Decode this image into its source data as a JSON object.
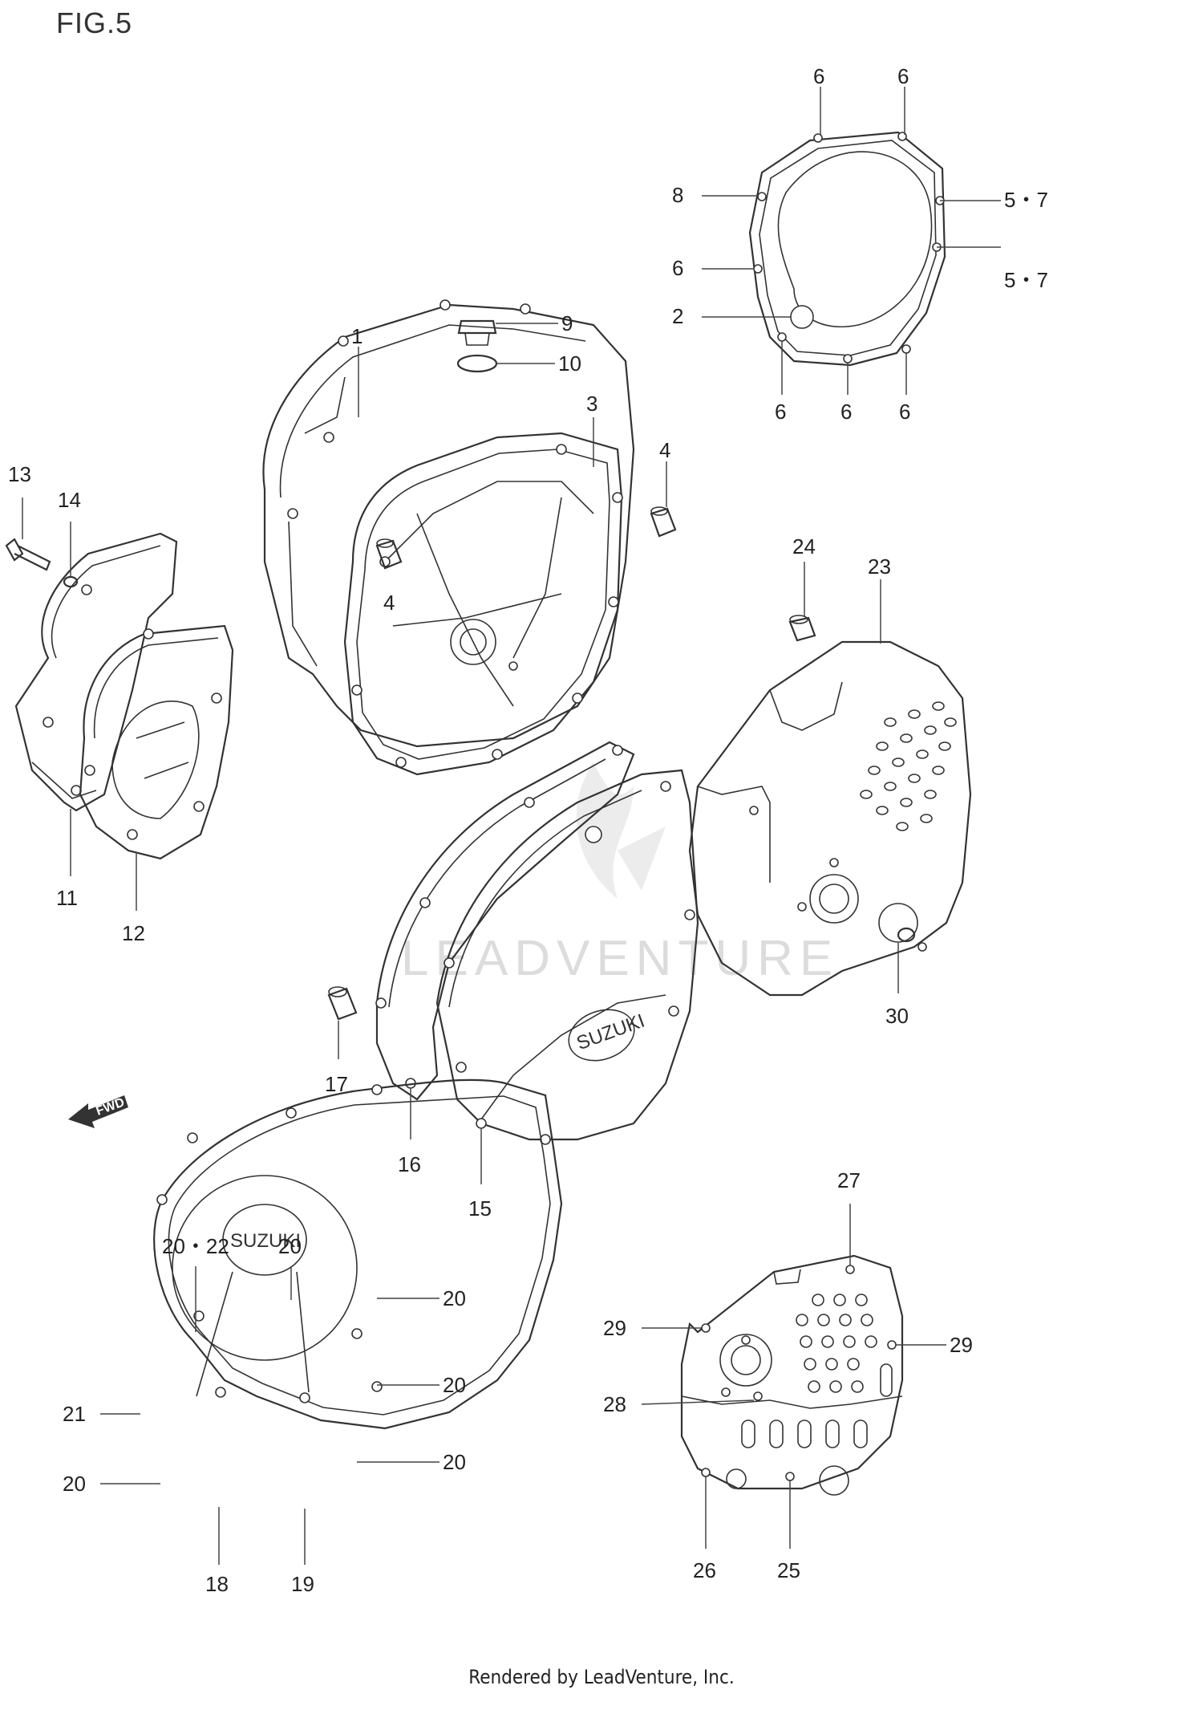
{
  "figure": {
    "title": "FIG.5",
    "watermark": "LEADVENTURE",
    "credit": "Rendered by LeadVenture, Inc.",
    "brand_marks": [
      "SUZUKI",
      "SUZUKI"
    ],
    "direction_arrow": "FWD"
  },
  "callouts": [
    {
      "id": "c6a",
      "label": "6"
    },
    {
      "id": "c6b",
      "label": "6"
    },
    {
      "id": "c8",
      "label": "8"
    },
    {
      "id": "c57a",
      "label": "5・7"
    },
    {
      "id": "c6c",
      "label": "6"
    },
    {
      "id": "c57b",
      "label": "5・7"
    },
    {
      "id": "c2",
      "label": "2"
    },
    {
      "id": "c6d",
      "label": "6"
    },
    {
      "id": "c6e",
      "label": "6"
    },
    {
      "id": "c6f",
      "label": "6"
    },
    {
      "id": "c9",
      "label": "9"
    },
    {
      "id": "c10",
      "label": "10"
    },
    {
      "id": "c1",
      "label": "1"
    },
    {
      "id": "c3",
      "label": "3"
    },
    {
      "id": "c4a",
      "label": "4"
    },
    {
      "id": "c4b",
      "label": "4"
    },
    {
      "id": "c13",
      "label": "13"
    },
    {
      "id": "c14",
      "label": "14"
    },
    {
      "id": "c11",
      "label": "11"
    },
    {
      "id": "c12",
      "label": "12"
    },
    {
      "id": "c24",
      "label": "24"
    },
    {
      "id": "c23",
      "label": "23"
    },
    {
      "id": "c30",
      "label": "30"
    },
    {
      "id": "c17",
      "label": "17"
    },
    {
      "id": "c16",
      "label": "16"
    },
    {
      "id": "c15",
      "label": "15"
    },
    {
      "id": "c27",
      "label": "27"
    },
    {
      "id": "c2022",
      "label": "20・22"
    },
    {
      "id": "c20a",
      "label": "20"
    },
    {
      "id": "c20b",
      "label": "20"
    },
    {
      "id": "c20c",
      "label": "20"
    },
    {
      "id": "c20d",
      "label": "20"
    },
    {
      "id": "c20e",
      "label": "20"
    },
    {
      "id": "c21",
      "label": "21"
    },
    {
      "id": "c18",
      "label": "18"
    },
    {
      "id": "c19",
      "label": "19"
    },
    {
      "id": "c29a",
      "label": "29"
    },
    {
      "id": "c29b",
      "label": "29"
    },
    {
      "id": "c28",
      "label": "28"
    },
    {
      "id": "c26",
      "label": "26"
    },
    {
      "id": "c25",
      "label": "25"
    }
  ]
}
